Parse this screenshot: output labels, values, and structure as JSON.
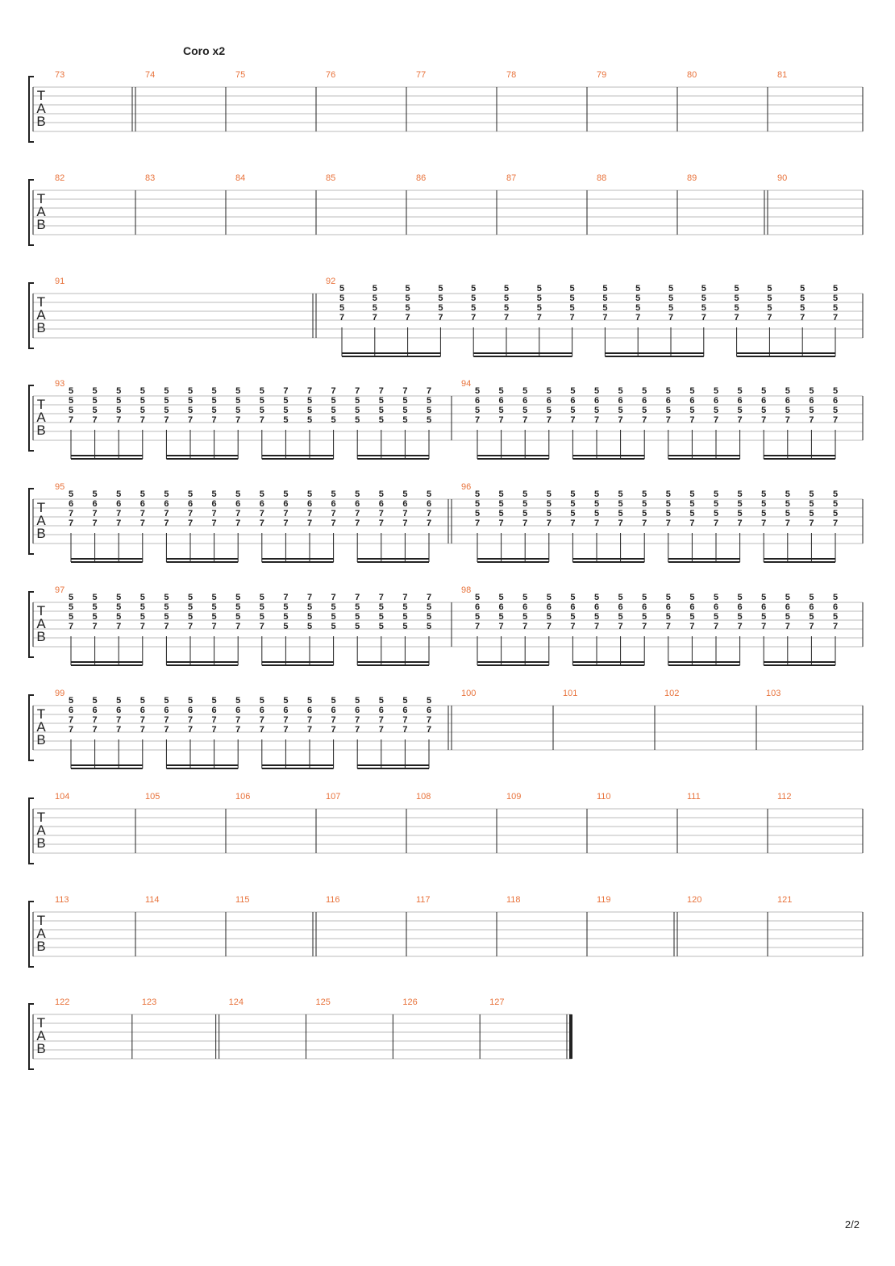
{
  "section_label": "Coro x2",
  "page_number": "2/2",
  "colors": {
    "measure_number": "#e8733c",
    "staff_line": "#bbbbbb",
    "ink": "#222222"
  },
  "tab_clef": [
    "T",
    "A",
    "B"
  ],
  "systems": [
    {
      "measures": [
        73,
        74,
        75,
        76,
        77,
        78,
        79,
        80,
        81
      ],
      "double_bar_before": [
        74
      ]
    },
    {
      "measures": [
        82,
        83,
        84,
        85,
        86,
        87,
        88,
        89,
        90
      ],
      "double_bar_before": [
        90
      ]
    },
    {
      "measures": [
        91,
        92
      ],
      "double_bar_before": [
        92
      ],
      "widths": [
        3,
        6
      ]
    },
    {
      "measures": [
        93,
        94
      ],
      "double_bar_before": []
    },
    {
      "measures": [
        95,
        96
      ],
      "double_bar_before": [
        96
      ]
    },
    {
      "measures": [
        97,
        98
      ],
      "double_bar_before": []
    },
    {
      "measures": [
        99,
        100,
        101,
        102,
        103
      ],
      "double_bar_before": [
        100
      ],
      "widths": [
        4,
        1,
        1,
        1,
        1
      ]
    },
    {
      "measures": [
        104,
        105,
        106,
        107,
        108,
        109,
        110,
        111,
        112
      ],
      "double_bar_before": []
    },
    {
      "measures": [
        113,
        114,
        115,
        116,
        117,
        118,
        119,
        120,
        121
      ],
      "double_bar_before": [
        116,
        120
      ]
    },
    {
      "measures": [
        122,
        123,
        124,
        125,
        126,
        127
      ],
      "double_bar_before": [
        124
      ],
      "final_bar": true,
      "partial": true
    }
  ],
  "notes": {
    "92": [
      [
        "5",
        "5",
        "5",
        "7"
      ],
      [
        "5",
        "5",
        "5",
        "7"
      ],
      [
        "5",
        "5",
        "5",
        "7"
      ],
      [
        "5",
        "5",
        "5",
        "7"
      ],
      [
        "5",
        "5",
        "5",
        "7"
      ],
      [
        "5",
        "5",
        "5",
        "7"
      ],
      [
        "5",
        "5",
        "5",
        "7"
      ],
      [
        "5",
        "5",
        "5",
        "7"
      ],
      [
        "5",
        "5",
        "5",
        "7"
      ],
      [
        "5",
        "5",
        "5",
        "7"
      ],
      [
        "5",
        "5",
        "5",
        "7"
      ],
      [
        "5",
        "5",
        "5",
        "7"
      ],
      [
        "5",
        "5",
        "5",
        "7"
      ],
      [
        "5",
        "5",
        "5",
        "7"
      ],
      [
        "5",
        "5",
        "5",
        "7"
      ],
      [
        "5",
        "5",
        "5",
        "7"
      ]
    ],
    "93": [
      [
        "5",
        "5",
        "5",
        "7"
      ],
      [
        "5",
        "5",
        "5",
        "7"
      ],
      [
        "5",
        "5",
        "5",
        "7"
      ],
      [
        "5",
        "5",
        "5",
        "7"
      ],
      [
        "5",
        "5",
        "5",
        "7"
      ],
      [
        "5",
        "5",
        "5",
        "7"
      ],
      [
        "5",
        "5",
        "5",
        "7"
      ],
      [
        "5",
        "5",
        "5",
        "7"
      ],
      [
        "5",
        "5",
        "5",
        "7"
      ],
      [
        "7",
        "5",
        "5",
        "5"
      ],
      [
        "7",
        "5",
        "5",
        "5"
      ],
      [
        "7",
        "5",
        "5",
        "5"
      ],
      [
        "7",
        "5",
        "5",
        "5"
      ],
      [
        "7",
        "5",
        "5",
        "5"
      ],
      [
        "7",
        "5",
        "5",
        "5"
      ],
      [
        "7",
        "5",
        "5",
        "5"
      ]
    ],
    "94": [
      [
        "5",
        "6",
        "5",
        "7"
      ],
      [
        "5",
        "6",
        "5",
        "7"
      ],
      [
        "5",
        "6",
        "5",
        "7"
      ],
      [
        "5",
        "6",
        "5",
        "7"
      ],
      [
        "5",
        "6",
        "5",
        "7"
      ],
      [
        "5",
        "6",
        "5",
        "7"
      ],
      [
        "5",
        "6",
        "5",
        "7"
      ],
      [
        "5",
        "6",
        "5",
        "7"
      ],
      [
        "5",
        "6",
        "5",
        "7"
      ],
      [
        "5",
        "6",
        "5",
        "7"
      ],
      [
        "5",
        "6",
        "5",
        "7"
      ],
      [
        "5",
        "6",
        "5",
        "7"
      ],
      [
        "5",
        "6",
        "5",
        "7"
      ],
      [
        "5",
        "6",
        "5",
        "7"
      ],
      [
        "5",
        "6",
        "5",
        "7"
      ],
      [
        "5",
        "6",
        "5",
        "7"
      ]
    ],
    "95": [
      [
        "5",
        "6",
        "7",
        "7"
      ],
      [
        "5",
        "6",
        "7",
        "7"
      ],
      [
        "5",
        "6",
        "7",
        "7"
      ],
      [
        "5",
        "6",
        "7",
        "7"
      ],
      [
        "5",
        "6",
        "7",
        "7"
      ],
      [
        "5",
        "6",
        "7",
        "7"
      ],
      [
        "5",
        "6",
        "7",
        "7"
      ],
      [
        "5",
        "6",
        "7",
        "7"
      ],
      [
        "5",
        "6",
        "7",
        "7"
      ],
      [
        "5",
        "6",
        "7",
        "7"
      ],
      [
        "5",
        "6",
        "7",
        "7"
      ],
      [
        "5",
        "6",
        "7",
        "7"
      ],
      [
        "5",
        "6",
        "7",
        "7"
      ],
      [
        "5",
        "6",
        "7",
        "7"
      ],
      [
        "5",
        "6",
        "7",
        "7"
      ],
      [
        "5",
        "6",
        "7",
        "7"
      ]
    ],
    "96": [
      [
        "5",
        "5",
        "5",
        "7"
      ],
      [
        "5",
        "5",
        "5",
        "7"
      ],
      [
        "5",
        "5",
        "5",
        "7"
      ],
      [
        "5",
        "5",
        "5",
        "7"
      ],
      [
        "5",
        "5",
        "5",
        "7"
      ],
      [
        "5",
        "5",
        "5",
        "7"
      ],
      [
        "5",
        "5",
        "5",
        "7"
      ],
      [
        "5",
        "5",
        "5",
        "7"
      ],
      [
        "5",
        "5",
        "5",
        "7"
      ],
      [
        "5",
        "5",
        "5",
        "7"
      ],
      [
        "5",
        "5",
        "5",
        "7"
      ],
      [
        "5",
        "5",
        "5",
        "7"
      ],
      [
        "5",
        "5",
        "5",
        "7"
      ],
      [
        "5",
        "5",
        "5",
        "7"
      ],
      [
        "5",
        "5",
        "5",
        "7"
      ],
      [
        "5",
        "5",
        "5",
        "7"
      ]
    ],
    "97": [
      [
        "5",
        "5",
        "5",
        "7"
      ],
      [
        "5",
        "5",
        "5",
        "7"
      ],
      [
        "5",
        "5",
        "5",
        "7"
      ],
      [
        "5",
        "5",
        "5",
        "7"
      ],
      [
        "5",
        "5",
        "5",
        "7"
      ],
      [
        "5",
        "5",
        "5",
        "7"
      ],
      [
        "5",
        "5",
        "5",
        "7"
      ],
      [
        "5",
        "5",
        "5",
        "7"
      ],
      [
        "5",
        "5",
        "5",
        "7"
      ],
      [
        "7",
        "5",
        "5",
        "5"
      ],
      [
        "7",
        "5",
        "5",
        "5"
      ],
      [
        "7",
        "5",
        "5",
        "5"
      ],
      [
        "7",
        "5",
        "5",
        "5"
      ],
      [
        "7",
        "5",
        "5",
        "5"
      ],
      [
        "7",
        "5",
        "5",
        "5"
      ],
      [
        "7",
        "5",
        "5",
        "5"
      ]
    ],
    "98": [
      [
        "5",
        "6",
        "5",
        "7"
      ],
      [
        "5",
        "6",
        "5",
        "7"
      ],
      [
        "5",
        "6",
        "5",
        "7"
      ],
      [
        "5",
        "6",
        "5",
        "7"
      ],
      [
        "5",
        "6",
        "5",
        "7"
      ],
      [
        "5",
        "6",
        "5",
        "7"
      ],
      [
        "5",
        "6",
        "5",
        "7"
      ],
      [
        "5",
        "6",
        "5",
        "7"
      ],
      [
        "5",
        "6",
        "5",
        "7"
      ],
      [
        "5",
        "6",
        "5",
        "7"
      ],
      [
        "5",
        "6",
        "5",
        "7"
      ],
      [
        "5",
        "6",
        "5",
        "7"
      ],
      [
        "5",
        "6",
        "5",
        "7"
      ],
      [
        "5",
        "6",
        "5",
        "7"
      ],
      [
        "5",
        "6",
        "5",
        "7"
      ],
      [
        "5",
        "6",
        "5",
        "7"
      ]
    ],
    "99": [
      [
        "5",
        "6",
        "7",
        "7"
      ],
      [
        "5",
        "6",
        "7",
        "7"
      ],
      [
        "5",
        "6",
        "7",
        "7"
      ],
      [
        "5",
        "6",
        "7",
        "7"
      ],
      [
        "5",
        "6",
        "7",
        "7"
      ],
      [
        "5",
        "6",
        "7",
        "7"
      ],
      [
        "5",
        "6",
        "7",
        "7"
      ],
      [
        "5",
        "6",
        "7",
        "7"
      ],
      [
        "5",
        "6",
        "7",
        "7"
      ],
      [
        "5",
        "6",
        "7",
        "7"
      ],
      [
        "5",
        "6",
        "7",
        "7"
      ],
      [
        "5",
        "6",
        "7",
        "7"
      ],
      [
        "5",
        "6",
        "7",
        "7"
      ],
      [
        "5",
        "6",
        "7",
        "7"
      ],
      [
        "5",
        "6",
        "7",
        "7"
      ],
      [
        "5",
        "6",
        "7",
        "7"
      ]
    ]
  }
}
